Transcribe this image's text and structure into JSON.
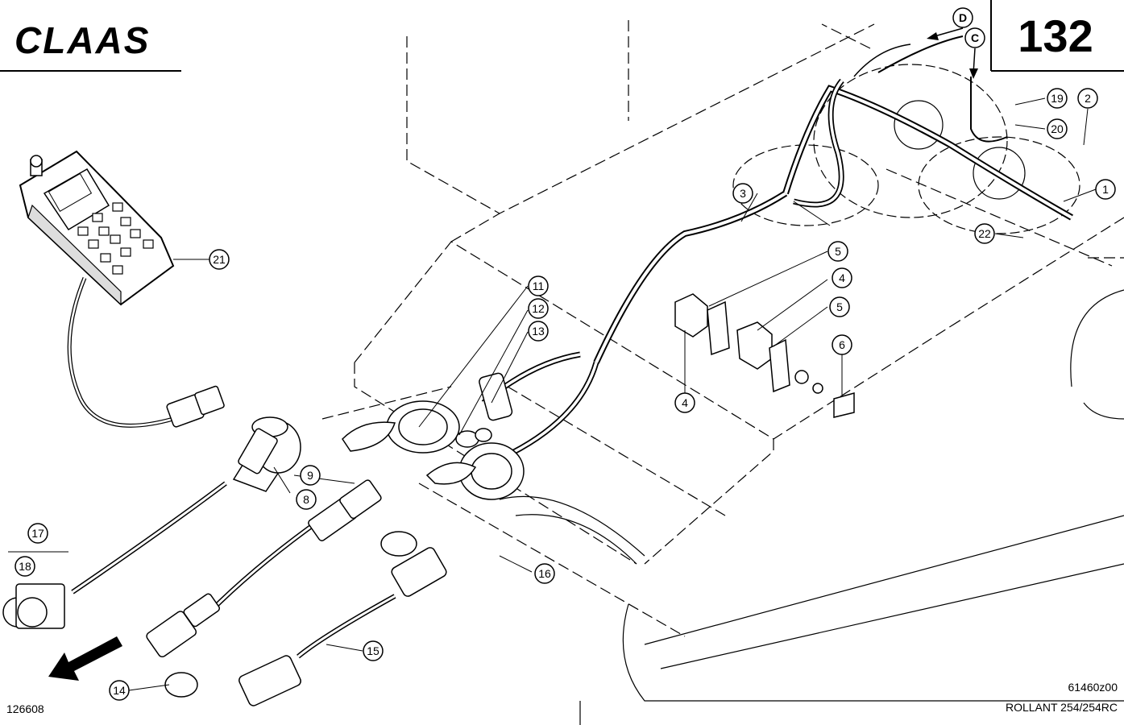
{
  "header": {
    "brand": "CLAAS",
    "page_number": "132",
    "brand_color": "#000000"
  },
  "footer": {
    "drawing_id": "126608",
    "figure_code": "61460z00",
    "model": "ROLLANT 254/254RC"
  },
  "connection_letters": [
    "D",
    "C"
  ],
  "callouts": [
    "1",
    "2",
    "3",
    "4",
    "4",
    "5",
    "5",
    "6",
    "8",
    "9",
    "11",
    "12",
    "13",
    "14",
    "15",
    "16",
    "17",
    "18",
    "19",
    "20",
    "21",
    "22"
  ],
  "icons": [
    "direction-arrow-icon",
    "terminal-unit-icon",
    "connector-icon"
  ]
}
